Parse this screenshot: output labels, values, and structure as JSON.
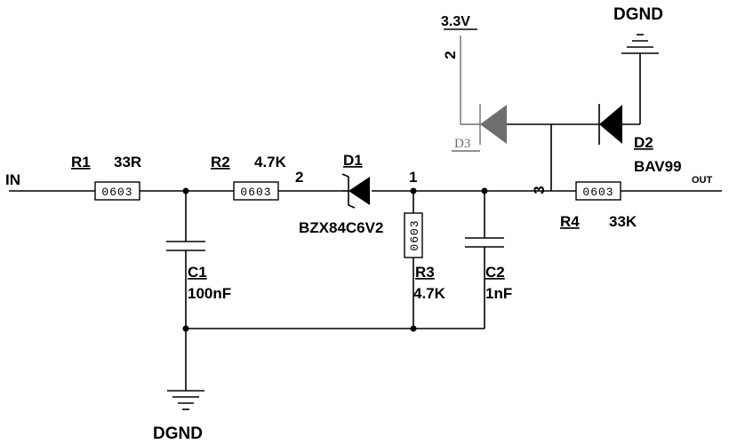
{
  "nets": {
    "input": "IN",
    "output": "OUT",
    "supply": "3.3V",
    "ground_bottom": "DGND",
    "ground_top": "DGND"
  },
  "package": "0603",
  "components": {
    "r1": {
      "ref": "R1",
      "value": "33R"
    },
    "r2": {
      "ref": "R2",
      "value": "4.7K"
    },
    "r3": {
      "ref": "R3",
      "value": "4.7K"
    },
    "r4": {
      "ref": "R4",
      "value": "33K"
    },
    "c1": {
      "ref": "C1",
      "value": "100nF"
    },
    "c2": {
      "ref": "C2",
      "value": "1nF"
    },
    "d1": {
      "ref": "D1",
      "value": "BZX84C6V2"
    },
    "d2": {
      "ref": "D2",
      "value": "BAV99"
    },
    "d3": {
      "ref": "D3"
    }
  },
  "pins": {
    "d1_anode": "2",
    "d1_cathode": "1",
    "bav99_supply": "2",
    "bav99_common": "3"
  }
}
